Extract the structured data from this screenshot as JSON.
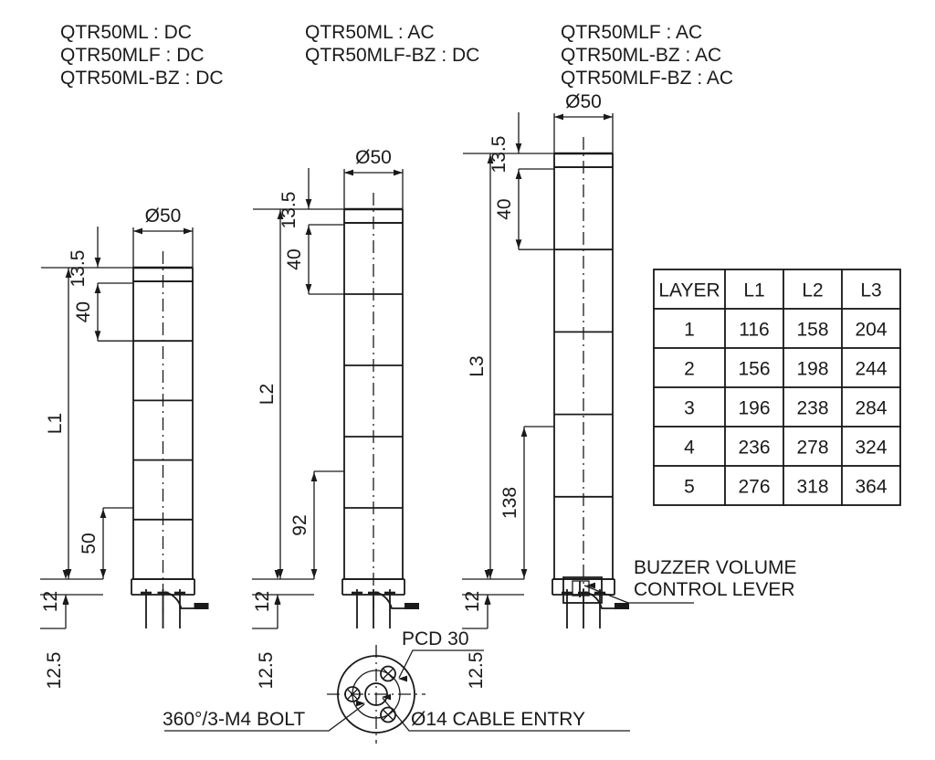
{
  "drawing": {
    "title_groups": [
      {
        "id": "group-dc",
        "lines": [
          "QTR50ML : DC",
          "QTR50MLF : DC",
          "QTR50ML-BZ : DC"
        ]
      },
      {
        "id": "group-ac-1",
        "lines": [
          "QTR50ML : AC",
          "QTR50MLF-BZ : DC"
        ]
      },
      {
        "id": "group-ac-2",
        "lines": [
          "QTR50MLF : AC",
          "QTR50ML-BZ : AC",
          "QTR50MLF-BZ : AC"
        ]
      }
    ],
    "views": [
      {
        "id": "view-l1",
        "overall_label": "L1",
        "diameter_label": "Ø50",
        "top_gap": "13.5",
        "module_height": "40",
        "lower_dim": "50",
        "base_height": "12",
        "bolt_length": "12.5",
        "segments": 5,
        "has_buzzer": false
      },
      {
        "id": "view-l2",
        "overall_label": "L2",
        "diameter_label": "Ø50",
        "top_gap": "13.5",
        "module_height": "40",
        "lower_dim": "92",
        "base_height": "12",
        "bolt_length": "12.5",
        "segments": 5,
        "has_buzzer": false
      },
      {
        "id": "view-l3",
        "overall_label": "L3",
        "diameter_label": "Ø50",
        "top_gap": "13.5",
        "module_height": "40",
        "lower_dim": "138",
        "base_height": "12",
        "bolt_length": "12.5",
        "segments": 5,
        "has_buzzer": true
      }
    ],
    "callouts": {
      "buzzer": "BUZZER VOLUME\nCONTROL LEVER",
      "buzzer_line1": "BUZZER VOLUME",
      "buzzer_line2": "CONTROL LEVER",
      "pcd": "PCD 30",
      "bolt": "360°/3-M4 BOLT",
      "cable": "Ø14 CABLE ENTRY"
    }
  },
  "table": {
    "headers": [
      "LAYER",
      "L1",
      "L2",
      "L3"
    ],
    "rows": [
      [
        "1",
        "116",
        "158",
        "204"
      ],
      [
        "2",
        "156",
        "198",
        "244"
      ],
      [
        "3",
        "196",
        "238",
        "284"
      ],
      [
        "4",
        "236",
        "278",
        "324"
      ],
      [
        "5",
        "276",
        "318",
        "364"
      ]
    ]
  },
  "colors": {
    "ink": "#1a1a1a",
    "paper": "#ffffff"
  }
}
